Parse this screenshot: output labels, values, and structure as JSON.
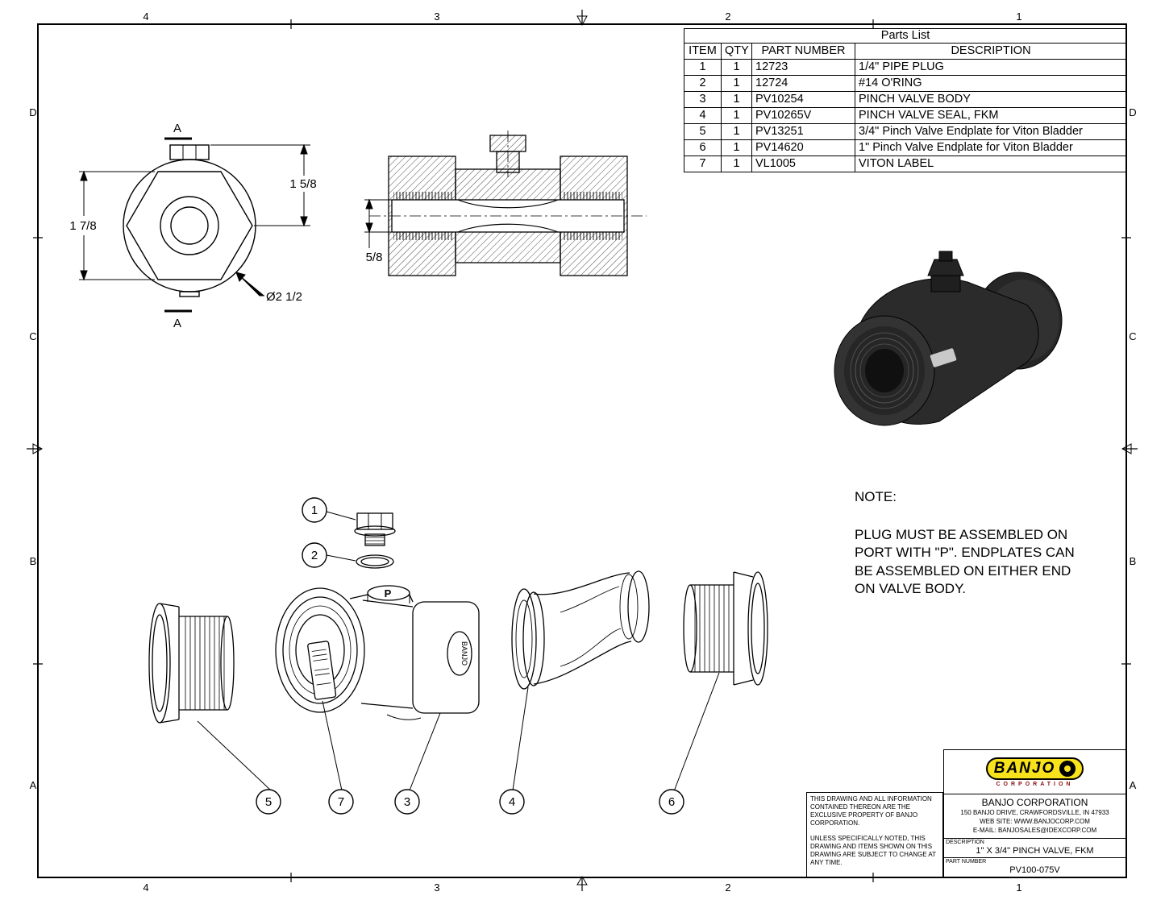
{
  "zones": {
    "top": [
      "4",
      "3",
      "2",
      "1"
    ],
    "bottom": [
      "4",
      "3",
      "2",
      "1"
    ],
    "left": [
      "D",
      "C",
      "B",
      "A"
    ],
    "right": [
      "D",
      "C",
      "B",
      "A"
    ]
  },
  "parts_list": {
    "title": "Parts List",
    "headers": {
      "item": "ITEM",
      "qty": "QTY",
      "part_number": "PART NUMBER",
      "description": "DESCRIPTION"
    },
    "rows": [
      {
        "item": "1",
        "qty": "1",
        "pn": "12723",
        "desc": "1/4\" PIPE PLUG"
      },
      {
        "item": "2",
        "qty": "1",
        "pn": "12724",
        "desc": "#14 O'RING"
      },
      {
        "item": "3",
        "qty": "1",
        "pn": "PV10254",
        "desc": "PINCH VALVE BODY"
      },
      {
        "item": "4",
        "qty": "1",
        "pn": "PV10265V",
        "desc": "PINCH VALVE SEAL, FKM"
      },
      {
        "item": "5",
        "qty": "1",
        "pn": "PV13251",
        "desc": "3/4\" Pinch Valve Endplate for Viton Bladder"
      },
      {
        "item": "6",
        "qty": "1",
        "pn": "PV14620",
        "desc": "1\" Pinch Valve Endplate for Viton Bladder"
      },
      {
        "item": "7",
        "qty": "1",
        "pn": "VL1005",
        "desc": "VITON LABEL"
      }
    ]
  },
  "front_view": {
    "dim_height_left": "1 7/8",
    "dim_height_right": "1 5/8",
    "dim_diameter": "Ø2 1/2",
    "section_top": "A",
    "section_bottom": "A"
  },
  "section_view": {
    "dim_bore": "5/8"
  },
  "note": {
    "title": "NOTE:",
    "body": "PLUG MUST BE ASSEMBLED ON\nPORT WITH \"P\". ENDPLATES CAN\nBE ASSEMBLED ON EITHER END\nON VALVE BODY."
  },
  "exploded": {
    "balloons": [
      "1",
      "2",
      "5",
      "7",
      "3",
      "4",
      "6"
    ],
    "port_label": "P",
    "body_badge": "BANJO"
  },
  "title_block": {
    "disclaimer_1": "THIS DRAWING AND ALL INFORMATION CONTAINED THEREON ARE THE EXCLUSIVE PROPERTY OF BANJO CORPORATION.",
    "disclaimer_2": "UNLESS SPECIFICALLY NOTED, THIS DRAWING AND ITEMS SHOWN ON THIS DRAWING ARE SUBJECT TO CHANGE AT ANY TIME.",
    "logo_text": "BANJO",
    "logo_subtext": "CORPORATION",
    "company": "BANJO CORPORATION",
    "address": "150 BANJO DRIVE, CRAWFORDSVILLE, IN 47933",
    "website": "WEB SITE: WWW.BANJOCORP.COM",
    "email": "E-MAIL: BANJOSALES@IDEXCORP.COM",
    "description_label": "DESCRIPTION",
    "description_value": "1\" X 3/4\" PINCH VALVE, FKM",
    "part_number_label": "PART NUMBER",
    "part_number_value": "PV100-075V"
  }
}
